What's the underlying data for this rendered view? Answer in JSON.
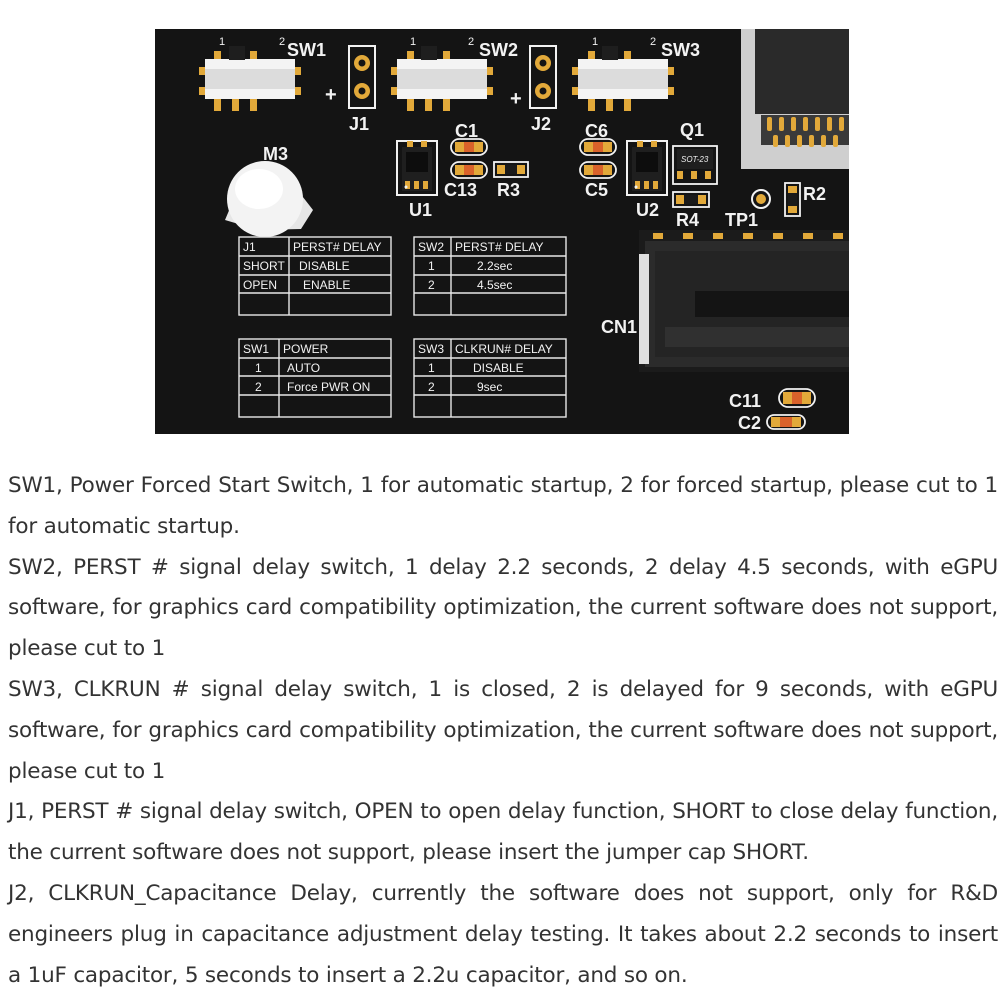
{
  "pcb": {
    "background_color": "#141414",
    "silkscreen_color": "#f2f2f2",
    "pad_color": "#e2a93a",
    "switches": [
      {
        "label": "SW1",
        "pos1": "1",
        "pos2": "2"
      },
      {
        "label": "SW2",
        "pos1": "1",
        "pos2": "2"
      },
      {
        "label": "SW3",
        "pos1": "1",
        "pos2": "2"
      }
    ],
    "jumpers": [
      {
        "label": "J1",
        "polarity": "+"
      },
      {
        "label": "J2",
        "polarity": "+"
      }
    ],
    "mount_hole_label": "M3",
    "components": {
      "c1": "C1",
      "c13": "C13",
      "r3": "R3",
      "u1": "U1",
      "c6": "C6",
      "c5": "C5",
      "u2": "U2",
      "q1": "Q1",
      "q1_package": "SOT-23",
      "r4": "R4",
      "tp1": "TP1",
      "r2": "R2",
      "cn1": "CN1",
      "c11": "C11",
      "c2": "C2"
    },
    "tables": {
      "j1": {
        "headers": [
          "J1",
          "PERST# DELAY"
        ],
        "rows": [
          [
            "SHORT",
            "DISABLE"
          ],
          [
            "OPEN",
            "ENABLE"
          ]
        ]
      },
      "sw2": {
        "headers": [
          "SW2",
          "PERST# DELAY"
        ],
        "rows": [
          [
            "1",
            "2.2sec"
          ],
          [
            "2",
            "4.5sec"
          ]
        ]
      },
      "sw1": {
        "headers": [
          "SW1",
          "POWER"
        ],
        "rows": [
          [
            "1",
            "AUTO"
          ],
          [
            "2",
            "Force PWR ON"
          ]
        ]
      },
      "sw3": {
        "headers": [
          "SW3",
          "CLKRUN# DELAY"
        ],
        "rows": [
          [
            "1",
            "DISABLE"
          ],
          [
            "2",
            "9sec"
          ]
        ]
      }
    }
  },
  "description": [
    "SW1, Power Forced Start Switch, 1 for automatic startup, 2 for forced startup, please cut to 1 for automatic startup.",
    "SW2, PERST # signal delay switch, 1 delay 2.2 seconds, 2 delay 4.5 seconds, with eGPU software, for graphics card compatibility optimization, the current software does not support, please cut to 1",
    "SW3, CLKRUN # signal delay switch, 1 is closed, 2 is delayed for 9 seconds, with eGPU software, for graphics card compatibility optimization, the current software does not support, please cut to 1",
    "J1, PERST # signal delay switch, OPEN to open delay function, SHORT to close delay function, the current software does not support, please insert the jumper cap SHORT.",
    "J2, CLKRUN_Capacitance Delay, currently the software does not support, only for R&D engineers plug in capacitance adjustment delay testing. It takes about 2.2 seconds to insert a 1uF capacitor, 5 seconds to insert a 2.2u capacitor, and so on."
  ]
}
